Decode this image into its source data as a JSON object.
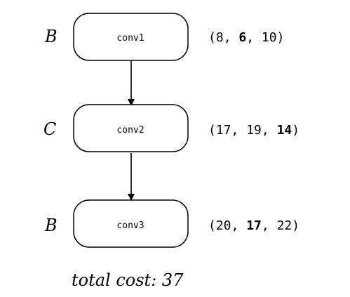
{
  "nodes": [
    {
      "id": "conv1",
      "label": "conv1",
      "choice": "B",
      "costs": [
        "8",
        "6",
        "10"
      ],
      "selected_index": 1
    },
    {
      "id": "conv2",
      "label": "conv2",
      "choice": "C",
      "costs": [
        "17",
        "19",
        "14"
      ],
      "selected_index": 2
    },
    {
      "id": "conv3",
      "label": "conv3",
      "choice": "B",
      "costs": [
        "20",
        "17",
        "22"
      ],
      "selected_index": 1
    }
  ],
  "edges": [
    {
      "from": "conv1",
      "to": "conv2"
    },
    {
      "from": "conv2",
      "to": "conv3"
    }
  ],
  "total": {
    "label": "total cost: 37"
  }
}
